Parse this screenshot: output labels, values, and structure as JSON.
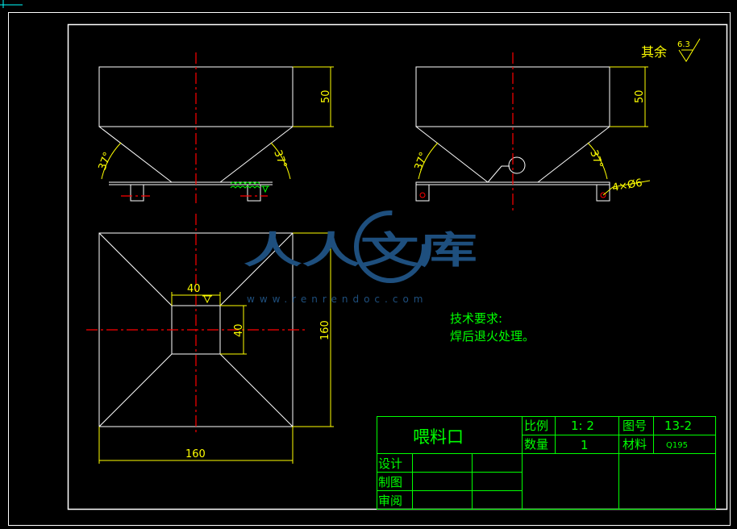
{
  "drawing": {
    "roughness_label": "其余",
    "roughness_value": "6.3",
    "dimensions": {
      "front_height": "50",
      "front_angle_left": "37°",
      "front_angle_right": "37°",
      "side_height": "50",
      "side_angle_left": "37°",
      "side_angle_right": "37°",
      "hole_callout": "4×Ø6",
      "top_inner_width": "40",
      "top_inner_height": "40",
      "top_outer_height": "160",
      "top_outer_width": "160"
    },
    "tech_requirements": {
      "title": "技术要求:",
      "line1": "焊后退火处理。"
    }
  },
  "title_block": {
    "part_name": "喂料口",
    "scale_label": "比例",
    "scale_value": "1: 2",
    "drawing_no_label": "图号",
    "drawing_no_value": "13-2",
    "quantity_label": "数量",
    "quantity_value": "1",
    "material_label": "材料",
    "material_value": "Q195",
    "design_label": "设计",
    "draft_label": "制图",
    "review_label": "审阅"
  },
  "watermark": {
    "text": "人人文库",
    "url": "www.renrendoc.com"
  },
  "colors": {
    "background": "#000000",
    "outline": "#ffffff",
    "dimension": "#ffff00",
    "centerline": "#ff0000",
    "annotation": "#00ff00",
    "watermark": "#1e4f7e"
  }
}
